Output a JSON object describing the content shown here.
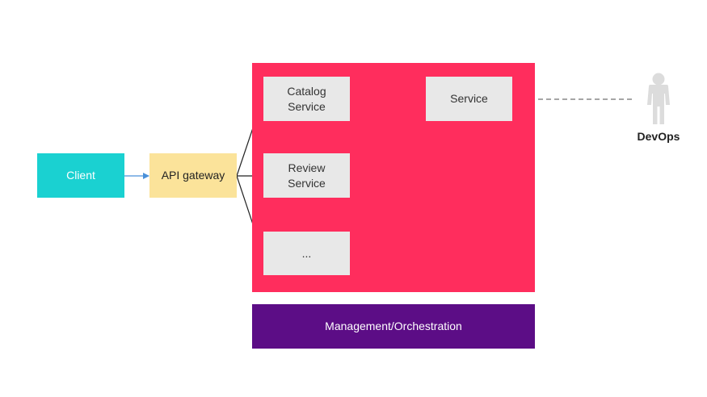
{
  "colors": {
    "client": "#1ad1d1",
    "gateway": "#fbe39a",
    "cluster": "#ff2d5d",
    "service_box": "#e8e8e8",
    "management": "#5c0d86",
    "person": "#dcdcdc",
    "arrow_blue": "#4a90d9",
    "arrow_dark": "#222222",
    "arrow_dashed": "#888888"
  },
  "nodes": {
    "client": "Client",
    "gateway": "API gateway",
    "catalog_service": "Catalog\nService",
    "review_service": "Review\nService",
    "more_services": "...",
    "service": "Service",
    "management": "Management/Orchestration",
    "devops": "DevOps"
  },
  "icons": {
    "devops": "person-icon"
  }
}
